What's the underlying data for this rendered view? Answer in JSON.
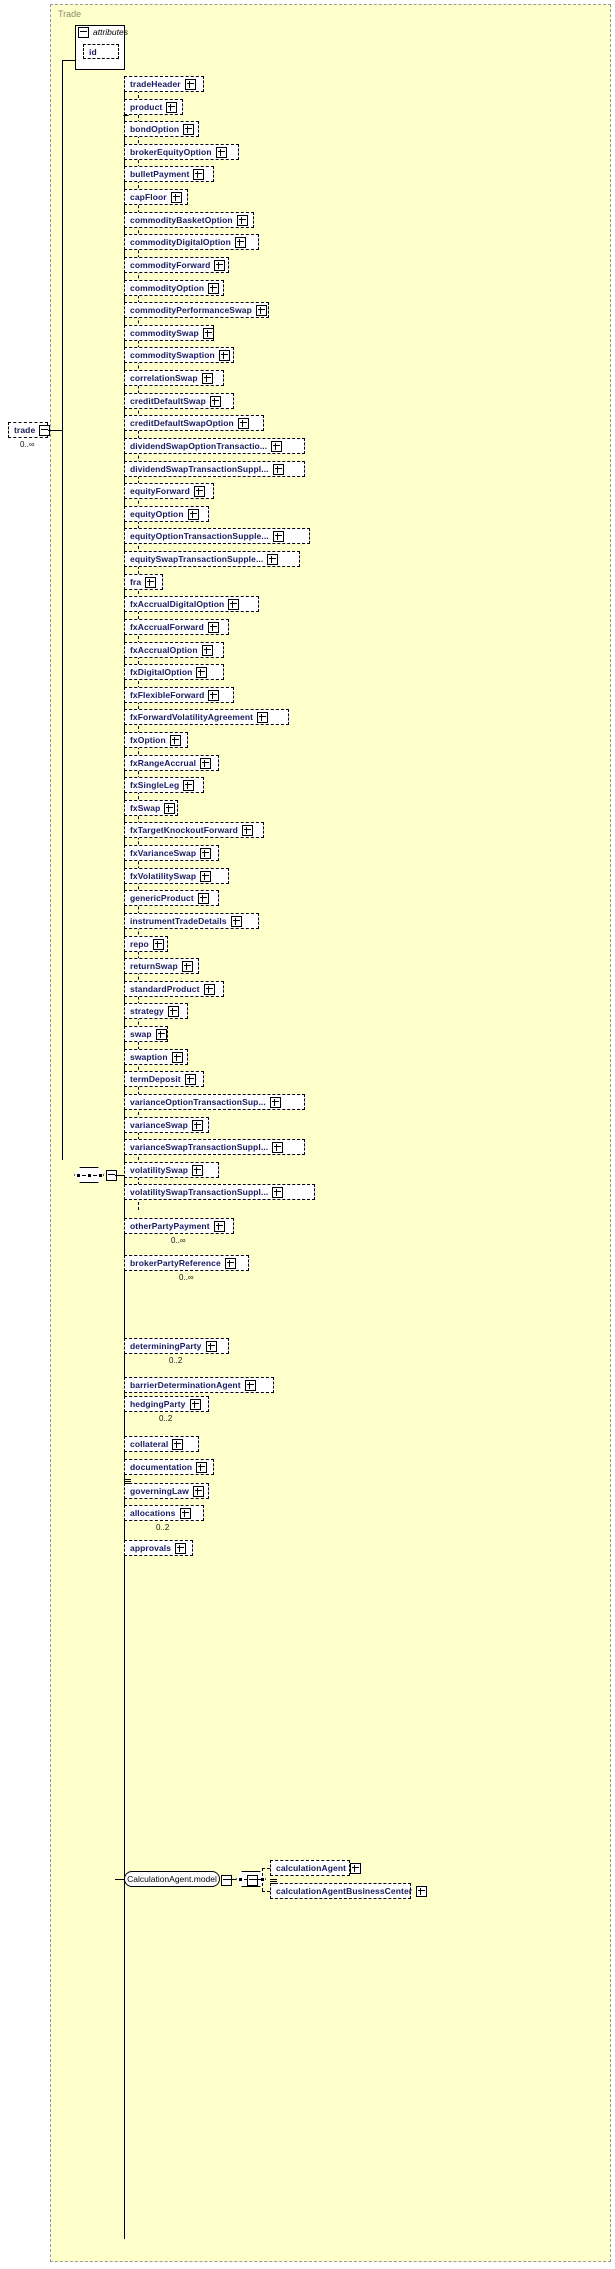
{
  "diagram": {
    "type": "xsd-schema-tree",
    "group_label": "Trade",
    "root": {
      "name": "trade",
      "cardinality": "0..∞",
      "expander": "minus"
    },
    "attributes_section": {
      "title": "attributes",
      "expander": "minus",
      "items": [
        {
          "name": "id"
        }
      ]
    },
    "compositor_sequence": "sequence-dots",
    "children": [
      {
        "name": "tradeHeader",
        "expander": "plus",
        "optional": true
      },
      {
        "name": "product",
        "expander": "plus",
        "optional": true,
        "abstract_arrow": true
      },
      {
        "name": "bondOption",
        "expander": "plus",
        "optional": true
      },
      {
        "name": "brokerEquityOption",
        "expander": "plus",
        "optional": true
      },
      {
        "name": "bulletPayment",
        "expander": "plus",
        "optional": true
      },
      {
        "name": "capFloor",
        "expander": "plus",
        "optional": true
      },
      {
        "name": "commodityBasketOption",
        "expander": "plus",
        "optional": true
      },
      {
        "name": "commodityDigitalOption",
        "expander": "plus",
        "optional": true
      },
      {
        "name": "commodityForward",
        "expander": "plus",
        "optional": true
      },
      {
        "name": "commodityOption",
        "expander": "plus",
        "optional": true
      },
      {
        "name": "commodityPerformanceSwap",
        "expander": "plus",
        "optional": true
      },
      {
        "name": "commoditySwap",
        "expander": "plus",
        "optional": true
      },
      {
        "name": "commoditySwaption",
        "expander": "plus",
        "optional": true
      },
      {
        "name": "correlationSwap",
        "expander": "plus",
        "optional": true
      },
      {
        "name": "creditDefaultSwap",
        "expander": "plus",
        "optional": true
      },
      {
        "name": "creditDefaultSwapOption",
        "expander": "plus",
        "optional": true
      },
      {
        "name": "dividendSwapOptionTransactio...",
        "expander": "plus",
        "optional": true
      },
      {
        "name": "dividendSwapTransactionSuppl...",
        "expander": "plus",
        "optional": true
      },
      {
        "name": "equityForward",
        "expander": "plus",
        "optional": true
      },
      {
        "name": "equityOption",
        "expander": "plus",
        "optional": true
      },
      {
        "name": "equityOptionTransactionSupple...",
        "expander": "plus",
        "optional": true
      },
      {
        "name": "equitySwapTransactionSupple...",
        "expander": "plus",
        "optional": true
      },
      {
        "name": "fra",
        "expander": "plus",
        "optional": true
      },
      {
        "name": "fxAccrualDigitalOption",
        "expander": "plus",
        "optional": true
      },
      {
        "name": "fxAccrualForward",
        "expander": "plus",
        "optional": true
      },
      {
        "name": "fxAccrualOption",
        "expander": "plus",
        "optional": true
      },
      {
        "name": "fxDigitalOption",
        "expander": "plus",
        "optional": true
      },
      {
        "name": "fxFlexibleForward",
        "expander": "plus",
        "optional": true
      },
      {
        "name": "fxForwardVolatilityAgreement",
        "expander": "plus",
        "optional": true
      },
      {
        "name": "fxOption",
        "expander": "plus",
        "optional": true
      },
      {
        "name": "fxRangeAccrual",
        "expander": "plus",
        "optional": true
      },
      {
        "name": "fxSingleLeg",
        "expander": "plus",
        "optional": true
      },
      {
        "name": "fxSwap",
        "expander": "plus",
        "optional": true
      },
      {
        "name": "fxTargetKnockoutForward",
        "expander": "plus",
        "optional": true
      },
      {
        "name": "fxVarianceSwap",
        "expander": "plus",
        "optional": true
      },
      {
        "name": "fxVolatilitySwap",
        "expander": "plus",
        "optional": true
      },
      {
        "name": "genericProduct",
        "expander": "plus",
        "optional": true
      },
      {
        "name": "instrumentTradeDetails",
        "expander": "plus",
        "optional": true
      },
      {
        "name": "repo",
        "expander": "plus",
        "optional": true
      },
      {
        "name": "returnSwap",
        "expander": "plus",
        "optional": true
      },
      {
        "name": "standardProduct",
        "expander": "plus",
        "optional": true
      },
      {
        "name": "strategy",
        "expander": "plus",
        "optional": true
      },
      {
        "name": "swap",
        "expander": "plus",
        "optional": true
      },
      {
        "name": "swaption",
        "expander": "plus",
        "optional": true
      },
      {
        "name": "termDeposit",
        "expander": "plus",
        "optional": true
      },
      {
        "name": "varianceOptionTransactionSup...",
        "expander": "plus",
        "optional": true
      },
      {
        "name": "varianceSwap",
        "expander": "plus",
        "optional": true
      },
      {
        "name": "varianceSwapTransactionSuppl...",
        "expander": "plus",
        "optional": true
      },
      {
        "name": "volatilitySwap",
        "expander": "plus",
        "optional": true
      },
      {
        "name": "volatilitySwapTransactionSuppl...",
        "expander": "plus",
        "optional": true
      }
    ],
    "trailing_children": [
      {
        "name": "otherPartyPayment",
        "expander": "plus",
        "optional": true,
        "cardinality": "0..∞"
      },
      {
        "name": "brokerPartyReference",
        "expander": "plus",
        "optional": true,
        "cardinality": "0..∞"
      },
      {
        "name": "determiningParty",
        "expander": "plus",
        "optional": true,
        "cardinality": "0..2"
      },
      {
        "name": "barrierDeterminationAgent",
        "expander": "plus",
        "optional": true
      },
      {
        "name": "hedgingParty",
        "expander": "plus",
        "optional": true,
        "cardinality": "0..2"
      },
      {
        "name": "collateral",
        "expander": "plus",
        "optional": true
      },
      {
        "name": "documentation",
        "expander": "plus",
        "optional": true
      },
      {
        "name": "governingLaw",
        "expander": "plus",
        "optional": true,
        "repeat_marker": true
      },
      {
        "name": "allocations",
        "expander": "plus",
        "optional": true,
        "cardinality": "0..2"
      },
      {
        "name": "approvals",
        "expander": "plus",
        "optional": true
      }
    ],
    "model_group": {
      "name": "CalculationAgent.model",
      "expander": "minus",
      "compositor": "sequence-dots",
      "compositor_expander": "minus",
      "children": [
        {
          "name": "calculationAgent",
          "expander": "plus",
          "optional": true
        },
        {
          "name": "calculationAgentBusinessCenter",
          "expander": "plus",
          "optional": true,
          "repeat_marker": true
        }
      ]
    }
  }
}
